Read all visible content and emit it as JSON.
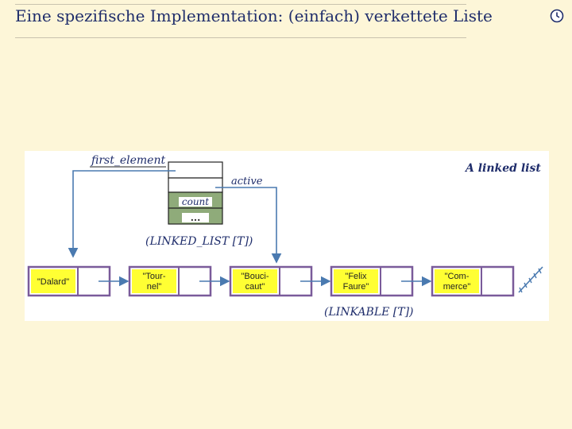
{
  "slide": {
    "title": "Eine spezifische Implementation: (einfach) verkettete Liste"
  },
  "diagram": {
    "heading": "A linked list",
    "header_object": {
      "first_element_label": "first_element",
      "active_label": "active",
      "count_label": "count",
      "ellipsis": "...",
      "type_label": "(LINKED_LIST [T])"
    },
    "nodes": [
      {
        "line1": "\"Dalard\"",
        "line2": ""
      },
      {
        "line1": "\"Tour-",
        "line2": "nel\""
      },
      {
        "line1": "\"Bouci-",
        "line2": "caut\""
      },
      {
        "line1": "\"Felix",
        "line2": "Faure\""
      },
      {
        "line1": "\"Com-",
        "line2": "merce\""
      }
    ],
    "node_type_label": "(LINKABLE [T])",
    "colors": {
      "node_item": "#ffff33",
      "node_border": "#7a5b9a",
      "header_fill": "#8fab7a",
      "arrow": "#4a7ab0",
      "label_blue": "#1f2d6b"
    }
  }
}
